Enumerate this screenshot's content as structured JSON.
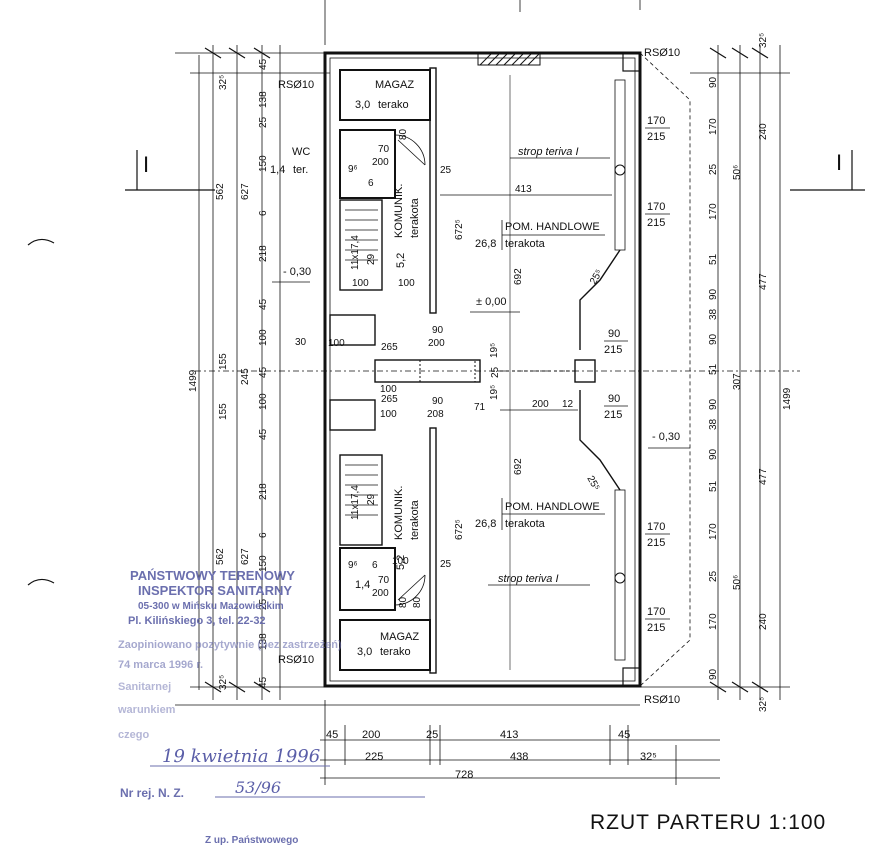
{
  "drawing": {
    "title": "RZUT  PARTERU  1:100",
    "section_mark": "I",
    "rooms": {
      "magaz_top": {
        "name": "MAGAZ",
        "area": "3,0",
        "finish": "terako"
      },
      "wc": {
        "name": "WC",
        "area": "1,4",
        "finish": "ter."
      },
      "komunik_top": {
        "name": "KOMUNIK.",
        "area": "5,2",
        "finish": "terakota"
      },
      "handlowe_top": {
        "name": "POM. HANDLOWE",
        "area": "26,8",
        "finish": "terakota"
      },
      "komunik_bottom": {
        "name": "KOMUNIK.",
        "area": "5,2",
        "finish": "terakota"
      },
      "handlowe_bottom": {
        "name": "POM. HANDLOWE",
        "area": "26,8",
        "finish": "terakota"
      },
      "wc_bottom": {
        "area": "1,4"
      },
      "magaz_bottom": {
        "name": "MAGAZ",
        "area": "3,0",
        "finish": "terako"
      }
    },
    "notes": {
      "strop": "strop teriva I",
      "rs": "RSØ10",
      "level_minus": "- 0,30",
      "level_zero": "± 0,00",
      "stairs": "11x17,4",
      "stairs_n": "29"
    },
    "dims": {
      "left_outer": [
        "32⁵",
        "45",
        "138",
        "25",
        "150",
        "6",
        "218",
        "45",
        "100",
        "155",
        "45",
        "100",
        "155",
        "45",
        "218",
        "6",
        "150",
        "25",
        "138",
        "45",
        "32⁵"
      ],
      "left_totals": [
        "562",
        "627",
        "245",
        "1499",
        "562",
        "627"
      ],
      "right_outer": [
        "32⁵",
        "90",
        "170",
        "25",
        "170",
        "51",
        "90",
        "38",
        "90",
        "51",
        "90",
        "38",
        "90",
        "51",
        "170",
        "25",
        "170",
        "90",
        "32⁵"
      ],
      "right_totals": [
        "240",
        "50⁶",
        "477",
        "307",
        "1499",
        "477",
        "50⁶",
        "240"
      ],
      "inner_labels": [
        "170",
        "215",
        "170",
        "215",
        "90",
        "215",
        "90",
        "215",
        "170",
        "215",
        "170",
        "215"
      ],
      "bottom": [
        "45",
        "200",
        "25",
        "413",
        "45",
        "225",
        "438",
        "32⁵",
        "728"
      ],
      "inner": [
        "413",
        "692",
        "692",
        "200",
        "70",
        "200",
        "80",
        "100",
        "100",
        "30",
        "100",
        "265",
        "90",
        "200",
        "19⁵",
        "25",
        "71",
        "19⁵",
        "672⁵",
        "672⁵",
        "25",
        "25",
        "12",
        "100",
        "90",
        "208",
        "100",
        "265",
        "70",
        "200",
        "80",
        "80",
        "9⁶",
        "6",
        "6",
        "9⁶",
        "25⁵",
        "25⁵",
        "100"
      ]
    }
  },
  "stamp": {
    "line1": "PAŃSTWOWY TERENOWY",
    "line2": "INSPEKTOR SANITARNY",
    "line3": "05-300 w Mińsku Mazowieckim",
    "line4": "Pl. Kilińskiego 3, tel. 22-32",
    "line5": "Zaopiniowano pozytywnie (bez zastrzeżeń)",
    "line6": "74 marca 1996 r.",
    "line7": "Sanitarnej",
    "line8": "warunkiem",
    "line9": "czego",
    "date_handwritten": "19 kwietnia 1996",
    "reg_label": "Nr rej. N. Z.",
    "reg_number": "53/96",
    "footer": "Z up. Państwowego"
  },
  "colors": {
    "ink": "#111111",
    "stamp": "#6b6fae"
  }
}
